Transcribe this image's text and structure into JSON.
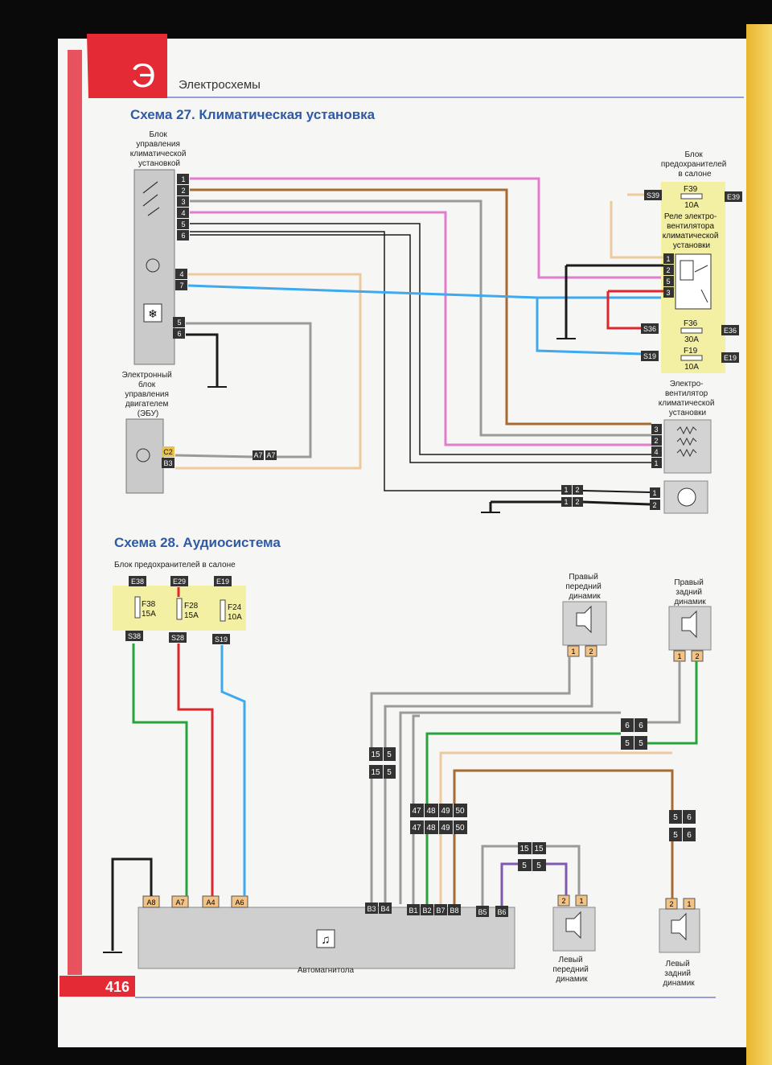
{
  "header": {
    "letter": "Э",
    "section": "Электросхемы",
    "page_number": "416"
  },
  "scheme27": {
    "title": "Схема 27. Климатическая установка",
    "control_unit": [
      "Блок",
      "управления",
      "климатической",
      "установкой"
    ],
    "fuse_block": [
      "Блок",
      "предохранителей",
      "в салоне"
    ],
    "relay": [
      "Реле электро-",
      "вентилятора",
      "климатической",
      "установки"
    ],
    "ecu": [
      "Электронный",
      "блок",
      "управления",
      "двигателем",
      "(ЭБУ)"
    ],
    "fan": [
      "Электро-",
      "вентилятор",
      "климатической",
      "установки"
    ],
    "fuses": [
      {
        "id": "F39",
        "rating": "10A",
        "in": "S39",
        "out": "E39"
      },
      {
        "id": "F36",
        "rating": "30A",
        "in": "S36",
        "out": "E36"
      },
      {
        "id": "F19",
        "rating": "10A",
        "in": "S19",
        "out": "E19"
      }
    ],
    "connectors": {
      "unit_pins": [
        "1",
        "2",
        "3",
        "4",
        "5",
        "6",
        "4",
        "7",
        "5",
        "6"
      ],
      "relay_pins": [
        "1",
        "2",
        "5",
        "3"
      ],
      "ecu_pins": [
        "C2",
        "B3"
      ],
      "ecu_conn": [
        "A7",
        "A7"
      ],
      "fan_pins": [
        "3",
        "2",
        "4",
        "1",
        "1",
        "2"
      ],
      "motor_conn": [
        "1",
        "2",
        "1",
        "2"
      ]
    },
    "colors": {
      "pink": "#e27ccd",
      "brown": "#a56b32",
      "gray": "#9a9a9a",
      "violet": "#7f5ab2",
      "black": "#1b1b1b",
      "beige": "#edc99e",
      "blue": "#3fa9f0",
      "red": "#e0262c",
      "green": "#27a33a"
    }
  },
  "scheme28": {
    "title": "Схема 28. Аудиосистема",
    "fuse_block_label": "Блок предохранителей в салоне",
    "fuses": [
      {
        "top": "E38",
        "id": "F38",
        "rating": "15A",
        "bottom": "S38"
      },
      {
        "top": "E29",
        "id": "F28",
        "rating": "15A",
        "bottom": "S28"
      },
      {
        "top": "E19",
        "id": "F24",
        "rating": "10A",
        "bottom": "S19"
      }
    ],
    "speakers": {
      "front_right": [
        "Правый",
        "передний",
        "динамик"
      ],
      "rear_right": [
        "Правый",
        "задний",
        "динамик"
      ],
      "front_left": [
        "Левый",
        "передний",
        "динамик"
      ],
      "rear_left": [
        "Левый",
        "задний",
        "динамик"
      ]
    },
    "head_unit": "Автомагнитола",
    "head_pins": [
      "A8",
      "A7",
      "A4",
      "A6",
      "B3",
      "B4",
      "B1",
      "B2",
      "B7",
      "B8",
      "B5",
      "B6"
    ],
    "speaker_pins": [
      "1",
      "2",
      "1",
      "2",
      "2",
      "1",
      "2",
      "1"
    ],
    "connector_blocks": {
      "c15_5": [
        "15",
        "5",
        "15",
        "5"
      ],
      "c66": [
        "6",
        "6",
        "5",
        "5"
      ],
      "c47_50": [
        "47",
        "48",
        "49",
        "50",
        "47",
        "48",
        "49",
        "50"
      ],
      "c56": [
        "5",
        "6",
        "5",
        "6"
      ],
      "c1515": [
        "15",
        "15",
        "5",
        "5"
      ]
    }
  }
}
